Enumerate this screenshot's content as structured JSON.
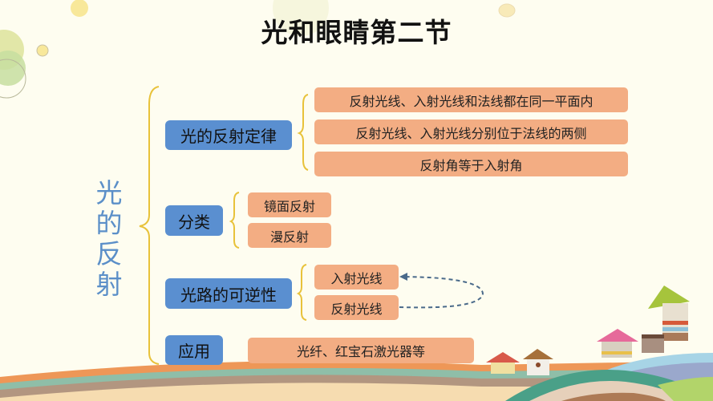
{
  "title": "光和眼睛第二节",
  "topic": "光的反射",
  "colors": {
    "background": "#fefdf0",
    "category_box": "#5a8fd0",
    "detail_box": "#f3ad83",
    "bracket": "#e8c23a",
    "topic_text": "#5b8fc8",
    "arrow": "#4a6a8a"
  },
  "branches": [
    {
      "label": "光的反射定律",
      "items": [
        "反射光线、入射光线和法线都在同一平面内",
        "反射光线、入射光线分别位于法线的两侧",
        "反射角等于入射角"
      ]
    },
    {
      "label": "分类",
      "items": [
        "镜面反射",
        "漫反射"
      ]
    },
    {
      "label": "光路的可逆性",
      "items": [
        "入射光线",
        "反射光线"
      ]
    },
    {
      "label": "应用",
      "items": [
        "光纤、红宝石激光器等"
      ]
    }
  ]
}
